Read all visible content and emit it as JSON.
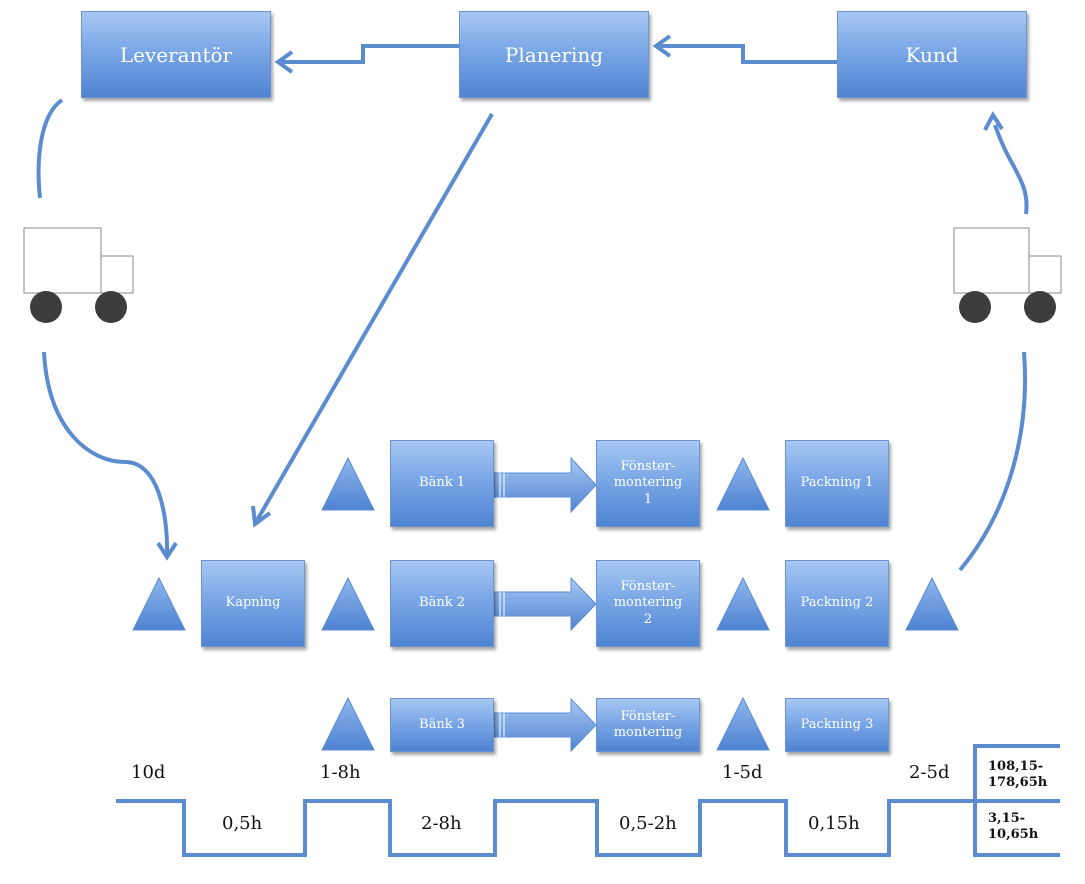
{
  "top": {
    "supplier": "Leverantör",
    "planning": "Planering",
    "customer": "Kund"
  },
  "process": {
    "cutting": "Kapning",
    "bench1": "Bänk 1",
    "bench2": "Bänk 2",
    "bench3": "Bänk 3",
    "window1": "Fönster-\nmontering\n1",
    "window2": "Fönster-\nmontering\n2",
    "window3": "Fönster-\nmontering",
    "pack1": "Packning 1",
    "pack2": "Packning 2",
    "pack3": "Packning 3"
  },
  "timeline": {
    "wait_supplier": "10d",
    "wait_bench": "1-8h",
    "wait_pack": "1-5d",
    "wait_customer": "2-5d",
    "proc_cutting": "0,5h",
    "proc_bench": "2-8h",
    "proc_window": "0,5-2h",
    "proc_pack": "0,15h",
    "total_lead": "108,15-\n178,65h",
    "total_proc": "3,15-\n10,65h"
  },
  "colors": {
    "line": "#5b8ccf",
    "triangle": "#5b8ed6",
    "truck_wheel": "#3d3d3d"
  }
}
